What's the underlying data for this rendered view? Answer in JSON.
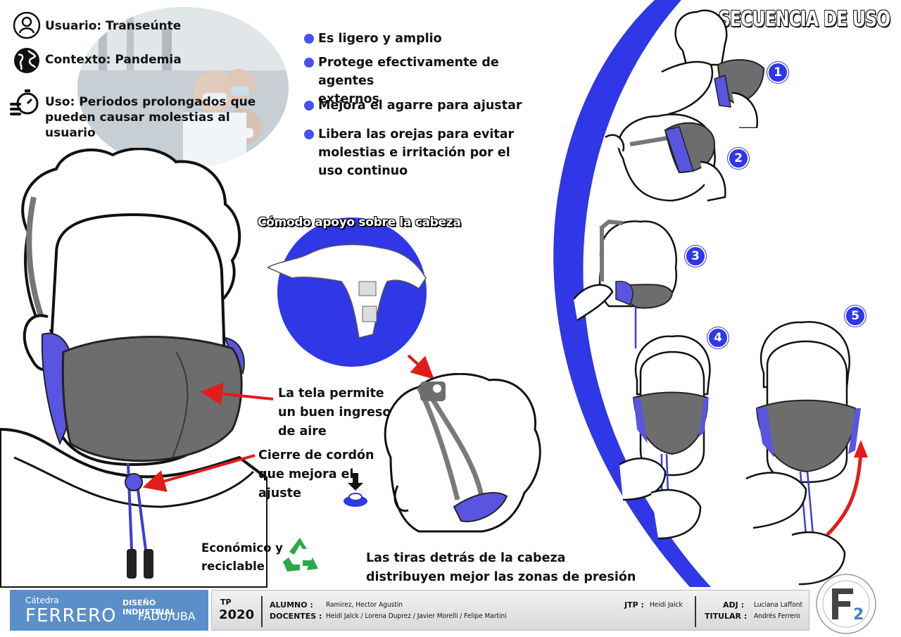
{
  "header": {
    "usuario": "Usuario: Transeúnte",
    "contexto": "Contexto: Pandemia",
    "uso_line1": "Uso: Periodos prolongados que",
    "uso_line2": "pueden causar molestias al",
    "uso_line3": "usuario"
  },
  "bullets": [
    {
      "l1": "Es ligero y amplio",
      "l2": "",
      "l3": ""
    },
    {
      "l1": "Protege efectivamente de agentes",
      "l2": "externos",
      "l3": ""
    },
    {
      "l1": "Mejora el agarre para ajustar",
      "l2": "",
      "l3": ""
    },
    {
      "l1": "Libera las orejas para evitar",
      "l2": "molestias e irritación por el",
      "l3": "uso continuo"
    }
  ],
  "callouts": {
    "tela_1": "La tela permite",
    "tela_2": "un buen ingreso",
    "tela_3": "de aire",
    "cierre_1": "Cierre de cordón",
    "cierre_2": "que mejora el",
    "cierre_3": "ajuste",
    "apoyo": "Cómodo apoyo sobre la cabeza",
    "eco_1": "Económico y",
    "eco_2": "reciclable",
    "tiras_1": "Las tiras detrás de la cabeza",
    "tiras_2": "distribuyen mejor las zonas de presión"
  },
  "sequence": {
    "title": "SECUENCIA DE USO",
    "steps": [
      "1",
      "2",
      "3",
      "4",
      "5"
    ]
  },
  "footer": {
    "catedra": "Cátedra",
    "ferrero": "FERRERO",
    "diseno": "DISEÑO INDUSTRIAL",
    "fadu": "FADU/UBA",
    "tp_label": "TP",
    "tp_year": "2020",
    "alumno_label": "ALUMNO :",
    "alumno": "Ramirez, Hector Agustin",
    "docentes_label": "DOCENTES :",
    "docentes": "Heidi Jalck / Lorena Duprez / Javier Morelli / Felipe Martini",
    "jtp_label": "JTP :",
    "jtp": "Heidi Jalck",
    "adj_label": "ADJ :",
    "adj": "Luciana Laffont",
    "titular_label": "TITULAR :",
    "titular": "Andrés Ferrero",
    "logo": "F2"
  },
  "colors": {
    "accent_blue": "#2f37e6",
    "mask_gray": "#6d6d6d",
    "mask_purple": "#5a55e0",
    "arrow_red": "#e31b1b",
    "recycle_green": "#2ba84a",
    "footer_blue": "#5b8fc9"
  }
}
